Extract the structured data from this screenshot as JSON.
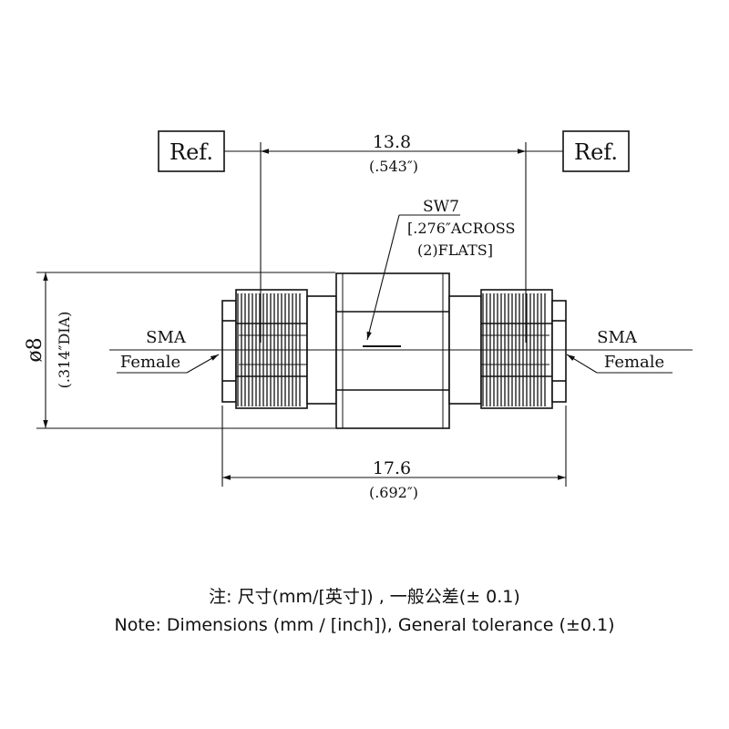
{
  "ref_left": "Ref.",
  "ref_right": "Ref.",
  "ref_dim_mm": "13.8",
  "ref_dim_in": "(.543″)",
  "hex_label": [
    "SW7",
    "[.276″ACROSS",
    "(2)FLATS]"
  ],
  "connector_left": [
    "SMA",
    "Female"
  ],
  "connector_right": [
    "SMA",
    "Female"
  ],
  "dia_mm": "ø8",
  "dia_in": "(.314″DIA)",
  "length_mm": "17.6",
  "length_in": "(.692″)",
  "note_cn": "注: 尺寸(mm/[英寸]) , 一般公差(±  0.1)",
  "note_en": "Note: Dimensions (mm / [inch]), General tolerance (±0.1)"
}
